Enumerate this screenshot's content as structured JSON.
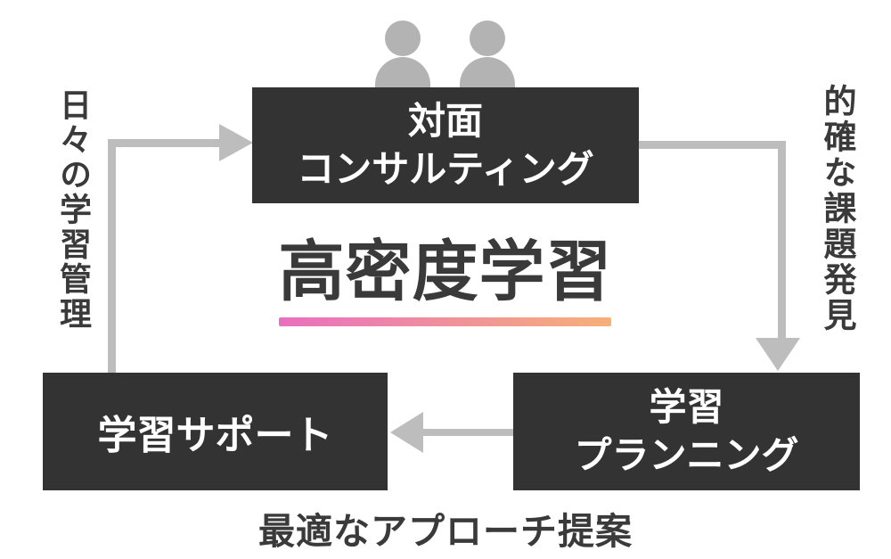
{
  "colors": {
    "box_bg": "#333333",
    "box_text": "#ffffff",
    "arrow": "#bdbdbd",
    "person": "#b3b3b3",
    "text_dark": "#3a3a3a",
    "underline_from": "#e96fc0",
    "underline_to": "#f7b078",
    "background": "#ffffff"
  },
  "title": {
    "text": "高密度学習"
  },
  "nodes": {
    "consulting": {
      "line1": "対面",
      "line2": "コンサルティング"
    },
    "planning": {
      "line1": "学習",
      "line2": "プランニング"
    },
    "support": {
      "label": "学習サポート"
    }
  },
  "edge_labels": {
    "left_vertical": "日々の学習管理",
    "right_vertical": "的確な課題発見",
    "bottom": "最適なアプローチ提案"
  },
  "icons": {
    "people": "two-person-silhouette-icons"
  }
}
